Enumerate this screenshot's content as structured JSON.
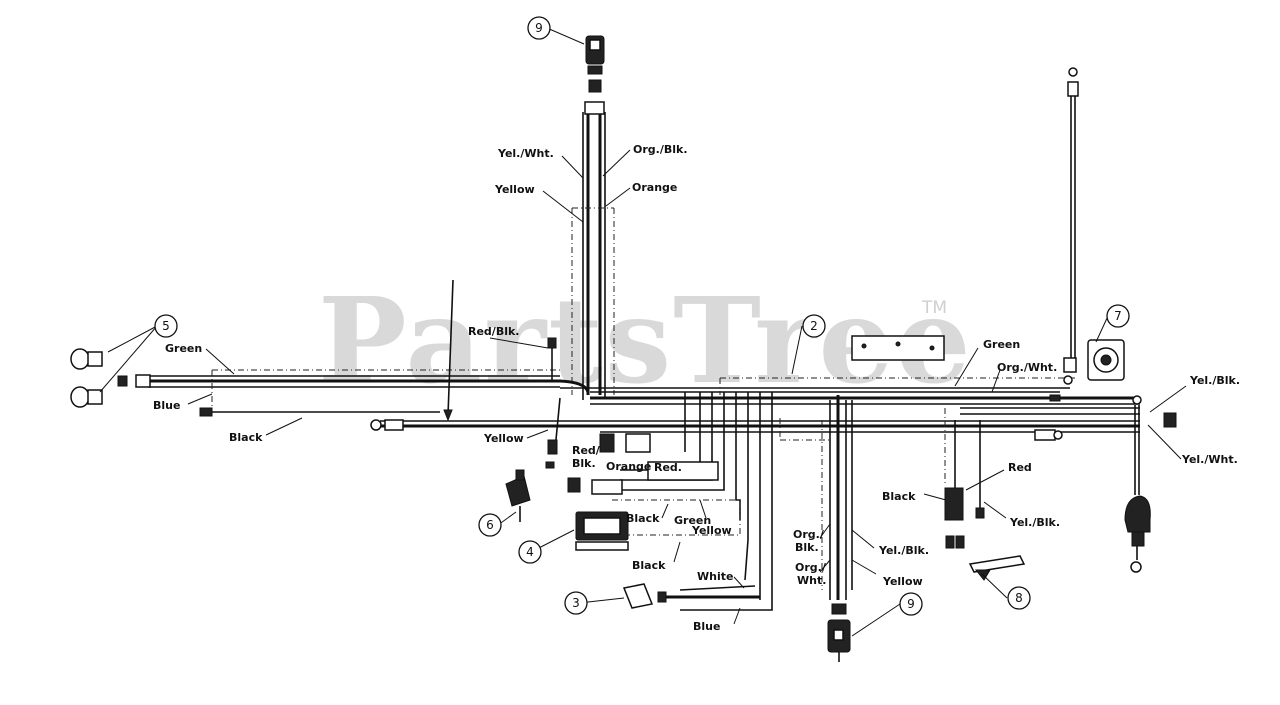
{
  "watermark": {
    "text": "PartsTree",
    "trademark": "TM"
  },
  "wire_labels": {
    "yel_wht_top": "Yel./Wht.",
    "org_blk_top": "Org./Blk.",
    "yellow_top": "Yellow",
    "orange_top": "Orange",
    "red_blk_mid": "Red/Blk.",
    "green_left": "Green",
    "blue_left": "Blue",
    "black_left": "Black",
    "yellow_mid": "Yellow",
    "red_blk_lower_a": "Red/",
    "red_blk_lower_b": "Blk.",
    "orange_lower": "Orange",
    "red_lower": "Red.",
    "black_box": "Black",
    "green_box": "Green",
    "yellow_box": "Yellow",
    "black_lower": "Black",
    "white": "White",
    "blue_bottom": "Blue",
    "green_right": "Green",
    "org_wht_right": "Org./Wht.",
    "yel_blk_far_right": "Yel./Blk.",
    "yel_wht_far_right": "Yel./Wht.",
    "red_right": "Red",
    "black_right": "Black",
    "yel_blk_right_low": "Yel./Blk.",
    "org_blk_right_a": "Org./",
    "org_blk_right_b": "Blk.",
    "org_wht_right_a": "Org./",
    "org_wht_right_b": "Wht.",
    "yel_blk_center": "Yel./Blk.",
    "yellow_center": "Yellow"
  },
  "callouts": {
    "c9_top": "9",
    "c5": "5",
    "c2": "2",
    "c7": "7",
    "c6": "6",
    "c4": "4",
    "c3": "3",
    "c9_bottom": "9",
    "c8": "8"
  }
}
